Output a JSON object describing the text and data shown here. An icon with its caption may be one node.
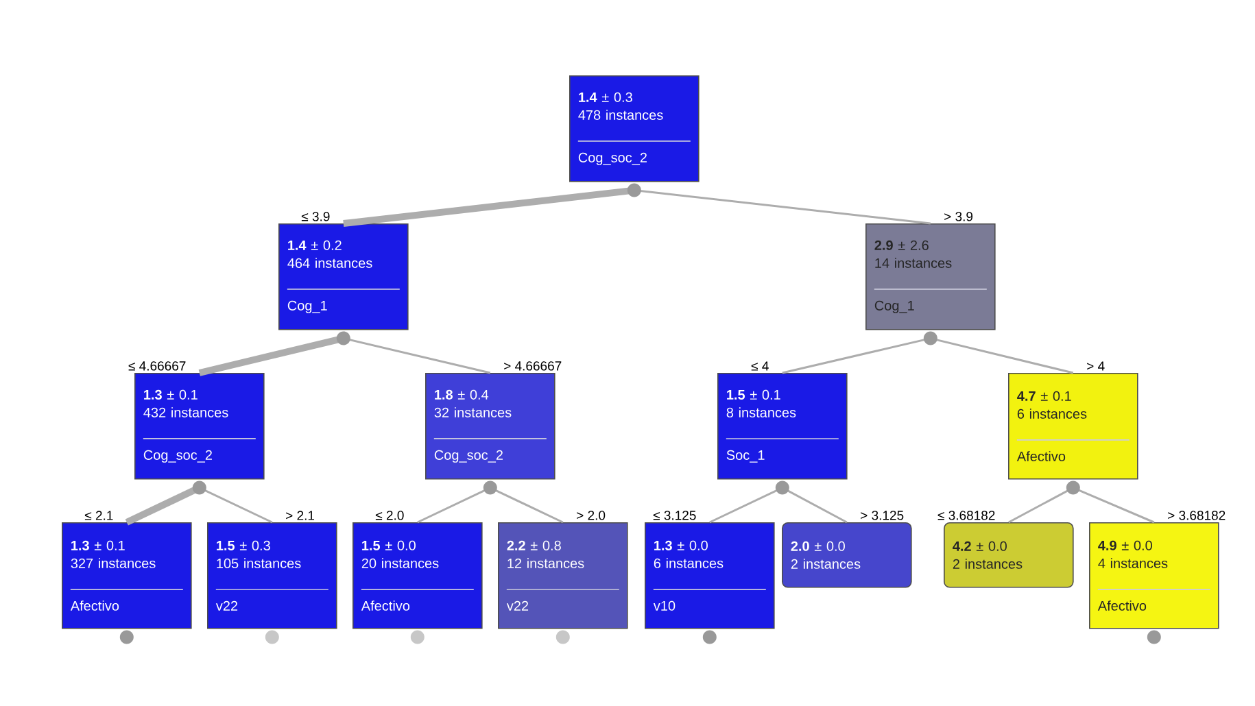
{
  "diagram": {
    "nodes": [
      {
        "text": [
          "**1.4** ± 0.3",
          "478 instances",
          "Cog_soc_2"
        ]
      },
      {
        "text": [
          "**1.4** ± 0.2",
          "464 instances",
          "Cog_1"
        ]
      },
      {
        "text": [
          "**2.9** ± 2.6",
          "14 instances",
          "Cog_1"
        ]
      },
      {
        "text": [
          "**1.3** ± 0.1",
          "432 instances",
          "Cog_soc_2"
        ]
      },
      {
        "text": [
          "**1.8** ± 0.4",
          "32 instances",
          "Cog_soc_2"
        ]
      },
      {
        "text": [
          "**1.5** ± 0.1",
          "8 instances",
          "Soc_1"
        ]
      },
      {
        "text": [
          "**4.7** ± 0.1",
          "6 instances",
          "Afectivo"
        ]
      },
      {
        "text": [
          "**1.3** ± 0.1",
          "327 instances",
          "Afectivo"
        ]
      },
      {
        "text": [
          "**1.5** ± 0.3",
          "105 instances",
          "v22"
        ]
      },
      {
        "text": [
          "**1.5** ± 0.0",
          "20 instances",
          "Afectivo"
        ]
      },
      {
        "text": [
          "**2.2** ± 0.8",
          "12 instances",
          "v22"
        ]
      },
      {
        "text": [
          "**1.3** ± 0.0",
          "6 instances",
          "v10"
        ]
      },
      {
        "text": [
          "**2.0** ± 0.0",
          "2 instances"
        ]
      },
      {
        "text": [
          "**4.2** ± 0.0",
          "2 instances"
        ]
      },
      {
        "text": [
          "**4.9** ± 0.0",
          "4 instances",
          "Afectivo"
        ]
      }
    ],
    "edges": [
      {
        "from": 0,
        "to": 1,
        "arrow": "none",
        "label": "≤ 3.9",
        "style": "thick"
      },
      {
        "from": 0,
        "to": 2,
        "arrow": "none",
        "label": "> 3.9"
      },
      {
        "from": 1,
        "to": 3,
        "arrow": "none",
        "label": "≤ 4.66667",
        "style": "thick"
      },
      {
        "from": 1,
        "to": 4,
        "arrow": "none",
        "label": "> 4.66667"
      },
      {
        "from": 2,
        "to": 5,
        "arrow": "none",
        "label": "≤ 4"
      },
      {
        "from": 2,
        "to": 6,
        "arrow": "none",
        "label": "> 4"
      },
      {
        "from": 3,
        "to": 7,
        "arrow": "none",
        "label": "≤ 2.1",
        "style": "thick"
      },
      {
        "from": 3,
        "to": 8,
        "arrow": "none",
        "label": "> 2.1"
      },
      {
        "from": 4,
        "to": 9,
        "arrow": "none",
        "label": "≤ 2.0"
      },
      {
        "from": 4,
        "to": 10,
        "arrow": "none",
        "label": "> 2.0"
      },
      {
        "from": 5,
        "to": 11,
        "arrow": "none",
        "label": "≤ 3.125"
      },
      {
        "from": 5,
        "to": 12,
        "arrow": "none",
        "label": "> 3.125"
      },
      {
        "from": 6,
        "to": 13,
        "arrow": "none",
        "label": "≤ 3.68182"
      },
      {
        "from": 6,
        "to": 14,
        "arrow": "none",
        "label": "> 3.68182"
      }
    ]
  }
}
